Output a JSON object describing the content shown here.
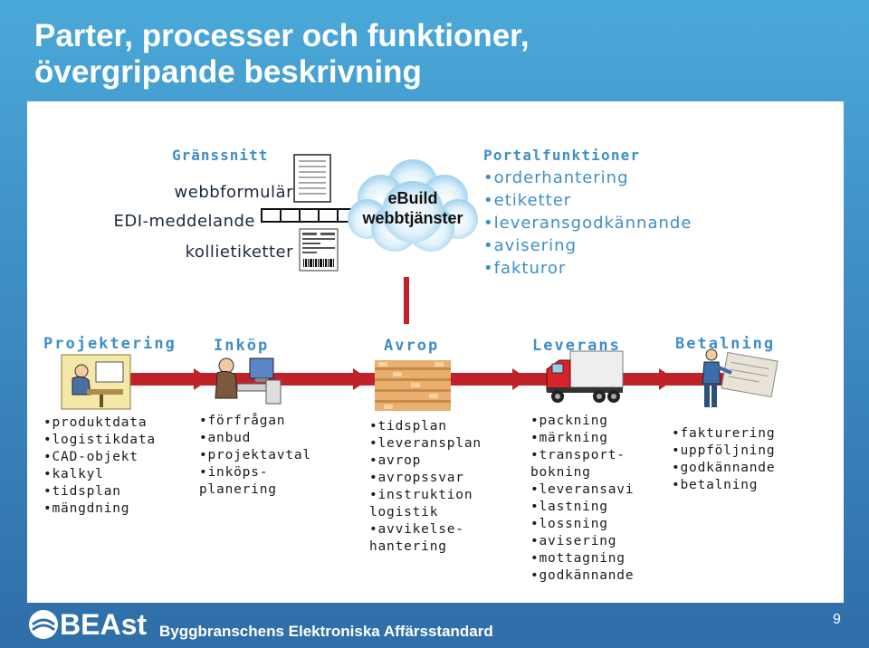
{
  "title": {
    "line1": "Parter, processer och funktioner,",
    "line2": "övergripande beskrivning"
  },
  "interface": {
    "title": "Gränssnitt",
    "items": [
      "webbformulär",
      "EDI-meddelande",
      "kollietiketter"
    ]
  },
  "cloud": {
    "line1": "eBuild",
    "line2": "webbtjänster"
  },
  "portal": {
    "title": "Portalfunktioner",
    "items": [
      "orderhantering",
      "etiketter",
      "leveransgodkännande",
      "avisering",
      "fakturor"
    ]
  },
  "stages": [
    {
      "label": "Projektering",
      "icon": "office-worker-icon",
      "items": [
        "produktdata",
        "logistikdata",
        "CAD-objekt",
        "kalkyl",
        "tidsplan",
        "mängdning"
      ]
    },
    {
      "label": "Inköp",
      "icon": "computer-user-icon",
      "items": [
        "förfrågan",
        "anbud",
        "projektavtal",
        "inköps-",
        "planering"
      ]
    },
    {
      "label": "Avrop",
      "icon": "lumber-stack-icon",
      "items": [
        "tidsplan",
        "leveransplan",
        "avrop",
        "avropssvar",
        "instruktion",
        "logistik",
        "avvikelse-",
        "hantering"
      ]
    },
    {
      "label": "Leverans",
      "icon": "truck-icon",
      "items": [
        "packning",
        "märkning",
        "transport-",
        "bokning",
        "leveransavi",
        "lastning",
        "lossning",
        "avisering",
        "mottagning",
        "godkännande"
      ]
    },
    {
      "label": "Betalning",
      "icon": "invoice-person-icon",
      "items": [
        "fakturering",
        "uppföljning",
        "godkännande",
        "betalning"
      ]
    }
  ],
  "footer": {
    "logo": "BEAst",
    "text": "Byggbranschens Elektroniska Affärsstandard",
    "page": "9"
  },
  "colors": {
    "accent": "#3f8ec6",
    "red": "#c0222a",
    "background": "#3f8fc6"
  }
}
